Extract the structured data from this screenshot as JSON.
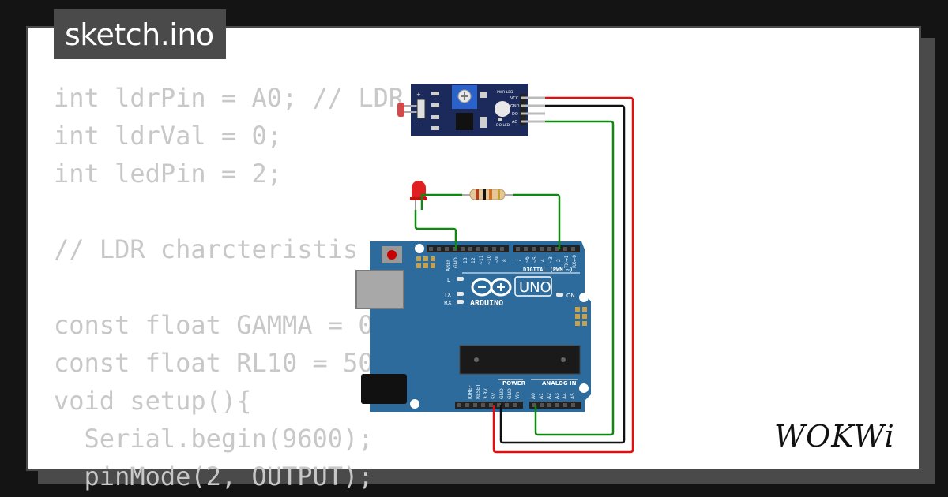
{
  "tab": {
    "filename": "sketch.ino"
  },
  "code_lines": [
    "int ldrPin = A0; // LDR",
    "int ldrVal = 0;",
    "int ledPin = 2;",
    "",
    "// LDR charcteristis",
    "",
    "const float GAMMA = 0",
    "const float RL10 = 50",
    "void setup(){",
    "  Serial.begin(9600);",
    "  pinMode(2, OUTPUT);"
  ],
  "ldr_module": {
    "pin_labels": [
      "VCC",
      "GND",
      "DO",
      "AO"
    ],
    "led_labels": [
      "PWR LED",
      "DO LED"
    ]
  },
  "arduino": {
    "brand": "ARDUINO",
    "model": "UNO",
    "digital_header": "DIGITAL (PWM ~)",
    "top_pins": [
      "AREF",
      "GND",
      "13",
      "12",
      "~11",
      "~10",
      "~9",
      "8",
      "7",
      "~6",
      "~5",
      "4",
      "~3",
      "2",
      "TX→1",
      "RX←0"
    ],
    "left_leds": [
      "L",
      "TX",
      "RX"
    ],
    "on_label": "ON",
    "power_header": "POWER",
    "analog_header": "ANALOG IN",
    "power_pins": [
      "IOREF",
      "RESET",
      "3.3V",
      "5V",
      "GND",
      "GND",
      "Vin"
    ],
    "analog_pins": [
      "A0",
      "A1",
      "A2",
      "A3",
      "A4",
      "A5"
    ]
  },
  "logo_text": "WOKWi",
  "colors": {
    "wire_red": "#e01010",
    "wire_black": "#111111",
    "wire_green": "#118811",
    "board_blue": "#2c6b9b",
    "module_navy": "#1b2a5a"
  }
}
